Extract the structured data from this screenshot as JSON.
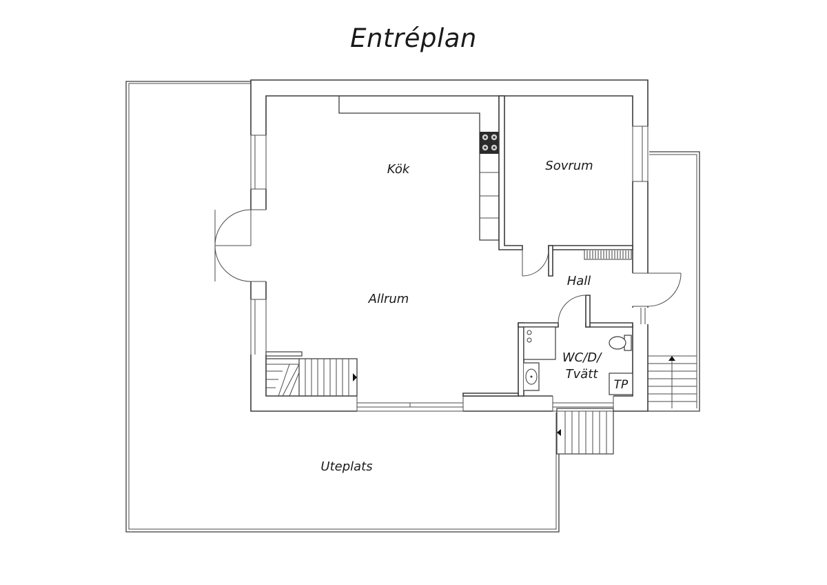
{
  "title": "Entréplan",
  "rooms": {
    "kok": "Kök",
    "sovrum": "Sovrum",
    "allrum": "Allrum",
    "hall": "Hall",
    "wc_line1": "WC/D/",
    "wc_line2": "Tvätt",
    "tp": "TP",
    "uteplats": "Uteplats"
  }
}
